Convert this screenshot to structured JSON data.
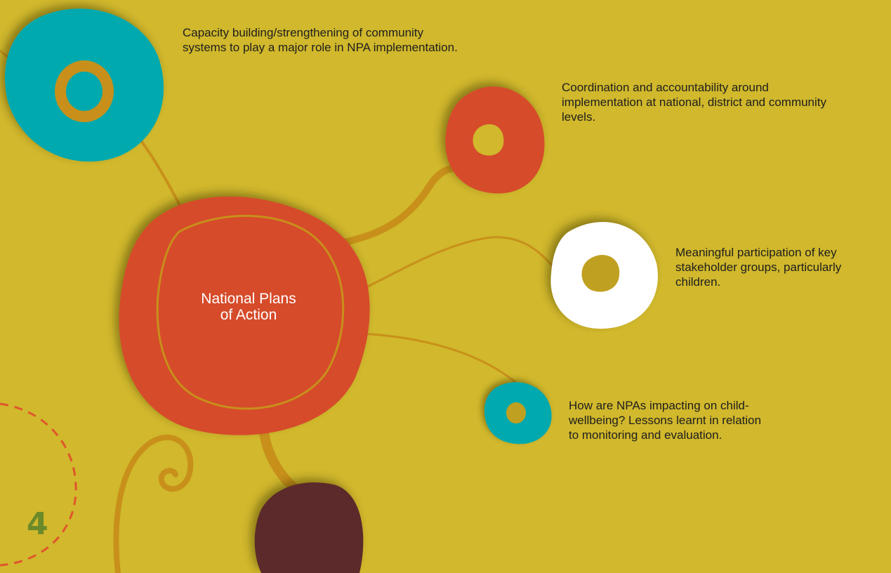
{
  "center": {
    "title": "National Plans\nof Action"
  },
  "branches": [
    {
      "id": "capacity",
      "text": "Capacity building/strengthening of community systems to play a major role in NPA implementation."
    },
    {
      "id": "coordination",
      "text": "Coordination and accountability around implementation at national, district and community levels."
    },
    {
      "id": "participation",
      "text": "Meaningful participation of key stakeholder groups, particularly children."
    },
    {
      "id": "impact",
      "text": "How are NPAs impacting on child-wellbeing? Lessons learnt in relation to monitoring and evaluation."
    }
  ],
  "page_number": "4",
  "colors": {
    "background": "#d1b82c",
    "orange": "#d64b2a",
    "teal": "#00a9ae",
    "white": "#ffffff",
    "maroon": "#5c2a2a",
    "connector": "#c8901a",
    "page_number": "#6b8a2a",
    "dashed": "#e0552c"
  }
}
